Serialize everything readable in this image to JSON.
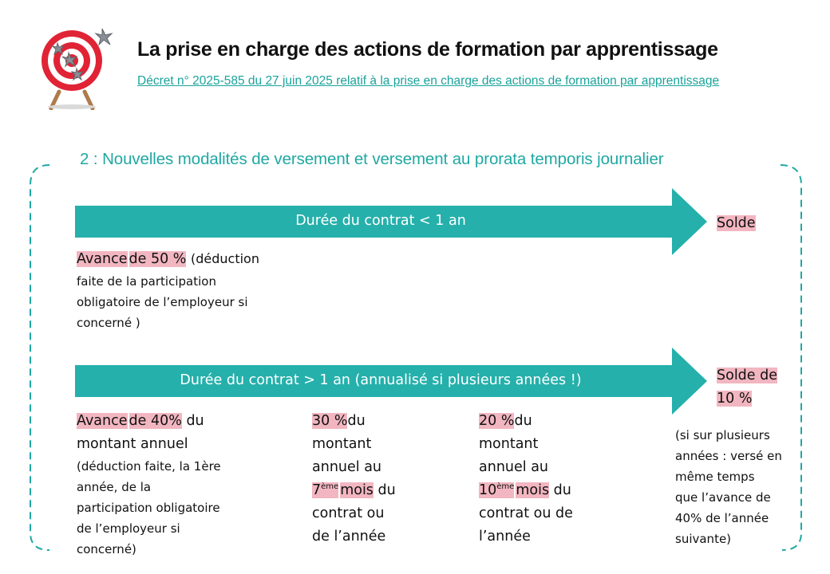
{
  "header": {
    "title": "La prise en charge des actions de formation par apprentissage",
    "link_text": "Décret n° 2025-585 du 27 juin 2025 relatif à la prise en charge des actions de formation par apprentissage"
  },
  "section": {
    "title": "2 : Nouvelles modalités de versement et versement au prorata temporis journalier"
  },
  "arrow1": {
    "label": "Durée du contrat < 1 an",
    "end_label": "Solde",
    "advance_hl_1": "Avance",
    "advance_hl_2": "de 50 %",
    "advance_rest_inline": "(déduction",
    "advance_rest_lines": [
      "faite de la participation",
      "obligatoire de l’employeur si",
      "concerné )"
    ]
  },
  "arrow2": {
    "label": "Durée du contrat > 1 an (annualisé si plusieurs années !)",
    "end_label_line1": "Solde de",
    "end_label_line2": "10 %",
    "end_note": [
      "(si sur plusieurs",
      "années : versé en",
      "même temps",
      "que l’avance de",
      "40% de l’année",
      "suivante)"
    ],
    "col1": {
      "hl_1": "Avance",
      "hl_2": "de 40%",
      "rest_inline": "du",
      "line2": "montant annuel",
      "small_lines": [
        "(déduction faite, la 1ère",
        "année, de la",
        "participation obligatoire",
        "de l’employeur si",
        "concerné)"
      ]
    },
    "col2": {
      "hl": "30 %",
      "rest_inline": "du",
      "line2": "montant",
      "line3": "annuel au",
      "ord_num": "7",
      "ord_sup": "ème",
      "ord_hl": "mois",
      "ord_rest": "du",
      "line5": "contrat ou",
      "line6": "de l’année"
    },
    "col3": {
      "hl": "20 %",
      "rest_inline": "du",
      "line2": "montant",
      "line3": "annuel au",
      "ord_num": "10",
      "ord_sup": "ème",
      "ord_hl": "mois",
      "ord_rest": "du",
      "line5": "contrat ou de",
      "line6": "l’année"
    }
  },
  "colors": {
    "teal": "#25b0ab",
    "title_teal": "#1fa8a3",
    "highlight": "#f2b6c1",
    "target_red": "#e12336"
  },
  "icons": {
    "logo": "target-with-shuriken-icon"
  }
}
